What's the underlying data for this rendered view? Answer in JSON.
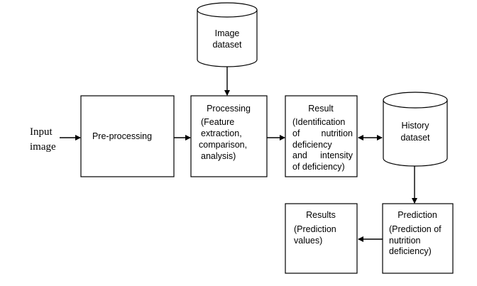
{
  "input": {
    "line1": "Input",
    "line2": "image"
  },
  "image_dataset": {
    "line1": "Image",
    "line2": "dataset"
  },
  "preprocessing": {
    "label": "Pre-processing"
  },
  "processing": {
    "title": "Processing",
    "line1": "(Feature",
    "line2": "extraction,",
    "line3": "comparison,",
    "line4": "analysis)"
  },
  "result": {
    "title": "Result",
    "line1": "(Identification",
    "line2a": "of",
    "line2b": "nutrition",
    "line3": "deficiency",
    "line4a": "and",
    "line4b": "intensity",
    "line5": "of deficiency)"
  },
  "history_dataset": {
    "line1": "History",
    "line2": "dataset"
  },
  "prediction": {
    "title": "Prediction",
    "line1": "(Prediction of",
    "line2": "nutrition",
    "line3": "deficiency)"
  },
  "results": {
    "title": "Results",
    "line1": "(Prediction",
    "line2": "values)"
  }
}
